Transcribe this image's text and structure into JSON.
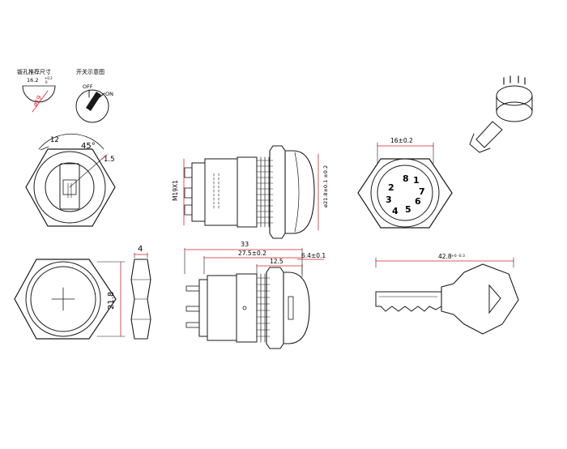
{
  "labels": {
    "panel_cutout_title": "钣孔推荐尺寸",
    "panel_cutout_dim": "16.2",
    "panel_cutout_tol_upper": "+0.2",
    "panel_cutout_tol_lower": "0",
    "panel_cutout_diameter": "ø19",
    "switch_diagram_title": "开关示意图",
    "state_off": "OFF",
    "state_on": "ON",
    "dim_12": "12",
    "angle_45": "45°",
    "dim_1_5": "1.5",
    "thread": "M19X1",
    "diam_21_8_tol": "ø21.8±0.1 ±0.2",
    "dim_16": "16±0.2",
    "pin_numbers": [
      "1",
      "2",
      "3",
      "4",
      "5",
      "6",
      "7",
      "8"
    ],
    "dim_4": "4",
    "dim_21_8": "21.8",
    "dim_33": "33",
    "dim_27_5": "27.5±0.2",
    "dim_12_5": "12.5",
    "dim_6_4": "6.4±0.1",
    "dim_42_8": "42.8",
    "dim_42_8_tol": "+0 -0.3"
  },
  "colors": {
    "line": "#1a1a1a",
    "dimension": "#e0202a",
    "background": "#ffffff"
  }
}
